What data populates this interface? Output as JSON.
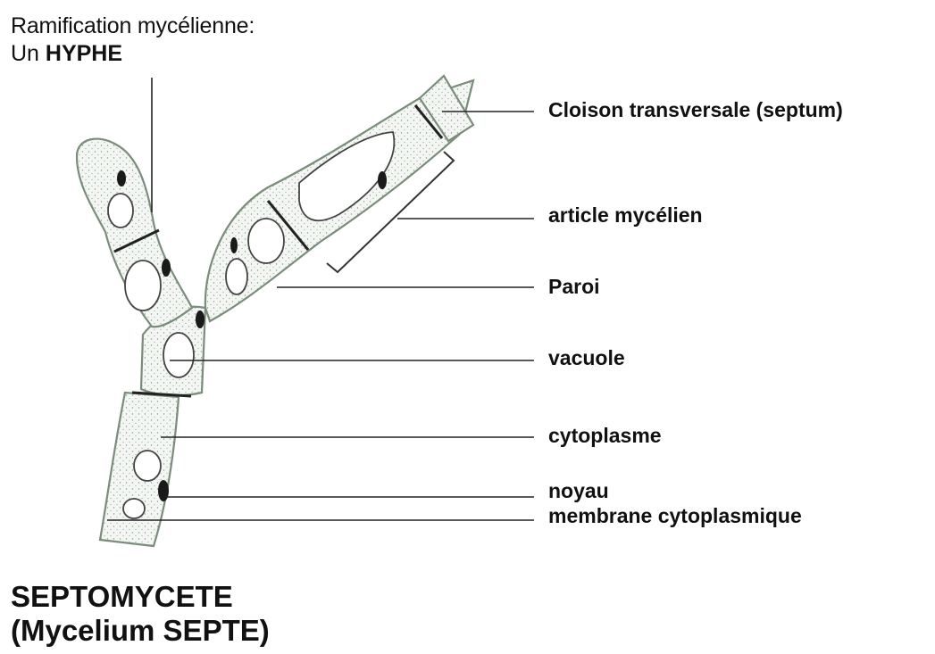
{
  "header": {
    "line1": "Ramification mycélienne:",
    "line2_prefix": "Un ",
    "line2_bold": "HYPHE"
  },
  "labels": {
    "septum": "Cloison transversale (septum)",
    "article": "article mycélien",
    "paroi": "Paroi",
    "vacuole": "vacuole",
    "cytoplasme": "cytoplasme",
    "noyau": "noyau",
    "membrane": "membrane cytoplasmique"
  },
  "footer": {
    "line1": "SEPTOMYCETE",
    "line2": "(Mycelium SEPTE)"
  }
}
